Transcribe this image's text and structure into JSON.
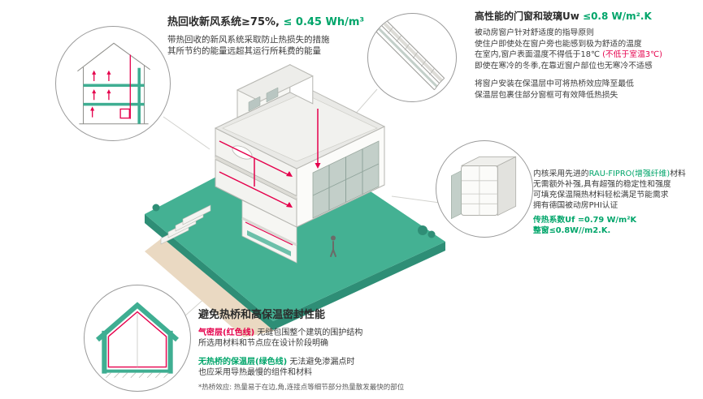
{
  "palette": {
    "teal": "#3fae92",
    "teal_dark": "#2e8e76",
    "green_text": "#00a56a",
    "red": "#e5004c",
    "body_text": "#3c3c3c"
  },
  "hrv": {
    "title_main": "热回收新风系统≥75%, ",
    "title_value": "≤ 0.45 Wh/m³",
    "line1": "带热回收的新风系统采取防止热损失的措施",
    "line2": "其所节约的能量远超其运行所耗费的能量"
  },
  "window_comfort": {
    "title_main": "高性能的门窗和玻璃Uw ",
    "title_value": "≤0.8 W/m².K",
    "line1": "被动房窗户针对舒适度的指导原则",
    "line2": "使住户即使处在窗户旁也能感到极为舒适的温度",
    "line3_main": "在室内,窗户表面温度不得低于18℃ ",
    "line3_note": "(不低于室温3℃)",
    "line4": "即使在寒冷的冬季,在靠近窗户部位也无寒冷不适感",
    "line5": "将窗户安装在保温层中可将热桥效应降至最低",
    "line6": "保温层包裹住部分窗框可有效降低热损失"
  },
  "profile": {
    "line1_pre": "内核采用先进的",
    "line1_highlight": "RAU-FIPRO(增强纤维)",
    "line1_post": "材料",
    "line2": "无需额外补强,具有超强的稳定性和强度",
    "line3": "可填充保温隔热材料轻松满足节能需求",
    "line4": "拥有德国被动房PHI认证",
    "stat1": "传热系数Uf =0.79 W/m²K",
    "stat2": "整窗≤0.8W//m2.K."
  },
  "thermal_bridge": {
    "title": "避免热桥和高保温密封性能",
    "red_label": "气密层(红色线)",
    "line1_rest": " 无缝包围整个建筑的围护结构",
    "line2": "所选用材料和节点应在设计阶段明确",
    "green_label": "无热桥的保温层(绿色线)",
    "line3_rest": " 无法避免渗漏点时",
    "line4": "也应采用导热最慢的组件和材料",
    "footnote": "*热桥效应: 热量易于在边,角,连接点等细节部分热量散发最快的部位"
  }
}
